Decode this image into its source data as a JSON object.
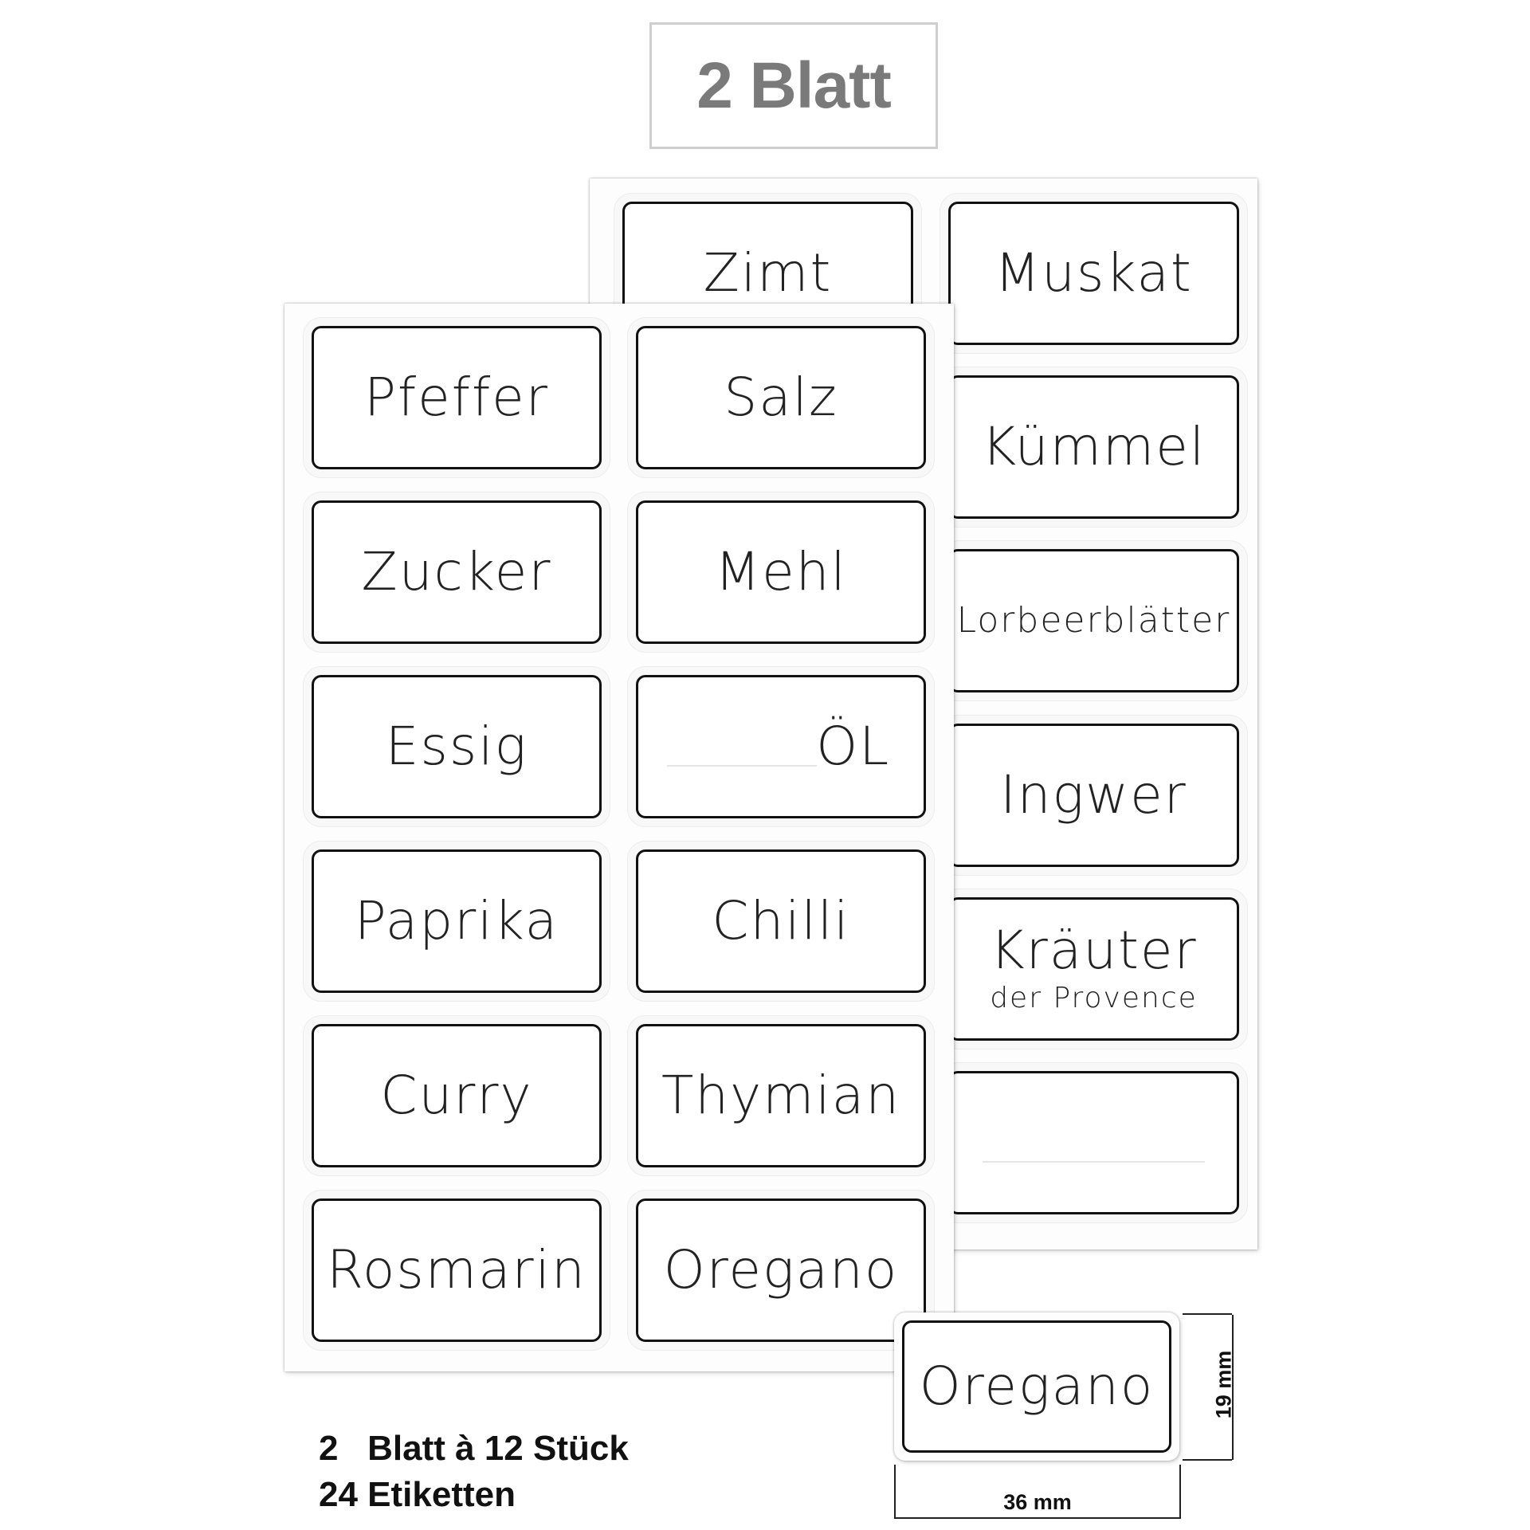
{
  "header": {
    "title": "2 Blatt"
  },
  "sheet_back": {
    "labels": [
      {
        "name": "Zimt"
      },
      {
        "name": "Muskat"
      },
      {
        "name": "Kümmel"
      },
      {
        "name": "Lorbeerblätter"
      },
      {
        "name": "Ingwer"
      },
      {
        "name": "Kräuter",
        "sub": "der Provence"
      },
      {
        "name": ""
      }
    ]
  },
  "sheet_front": {
    "labels": [
      {
        "name": "Pfeffer"
      },
      {
        "name": "Salz"
      },
      {
        "name": "Zucker"
      },
      {
        "name": "Mehl"
      },
      {
        "name": "Essig"
      },
      {
        "name": "ÖL"
      },
      {
        "name": "Paprika"
      },
      {
        "name": "Chilli"
      },
      {
        "name": "Curry"
      },
      {
        "name": "Thymian"
      },
      {
        "name": "Rosmarin"
      },
      {
        "name": "Oregano"
      }
    ]
  },
  "sample": {
    "name": "Oregano",
    "height": "19 mm",
    "width": "36 mm"
  },
  "info": {
    "line1": "2   Blatt à 12 Stück",
    "line2": "24 Etiketten"
  }
}
